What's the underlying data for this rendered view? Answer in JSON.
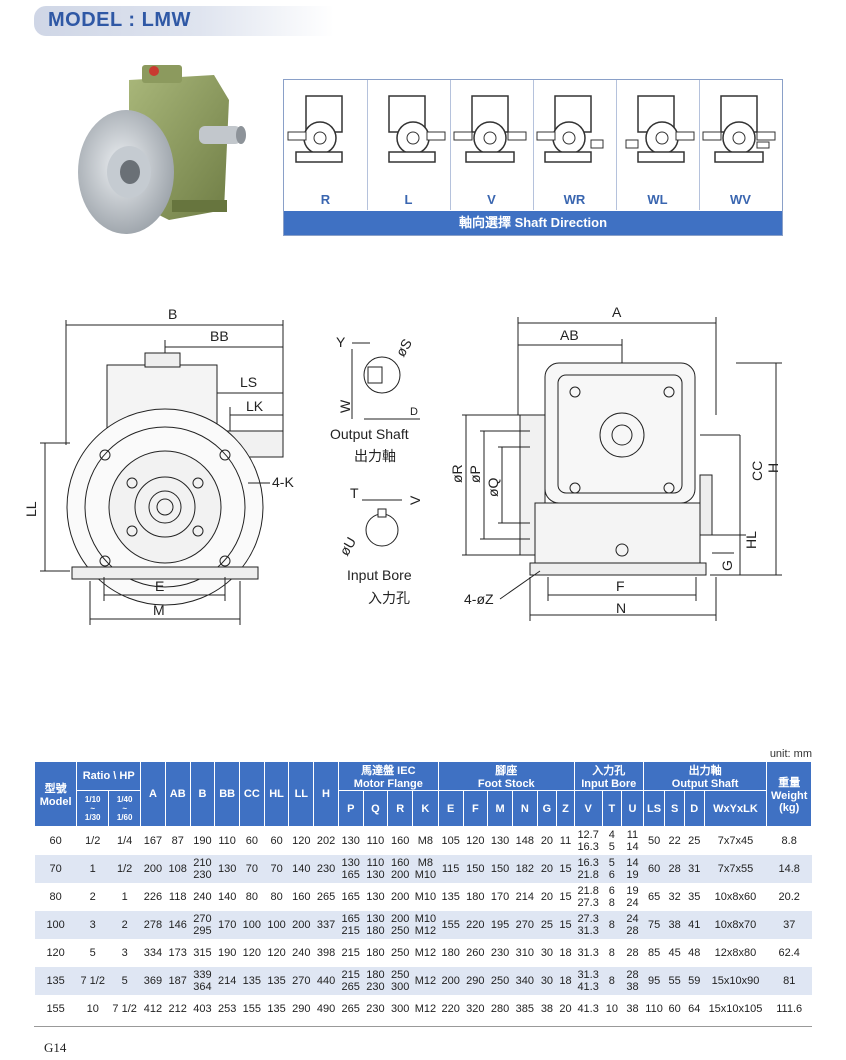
{
  "header": {
    "model_title": "MODEL : LMW"
  },
  "shaft_direction": {
    "caption": "軸向選擇 Shaft Direction",
    "options": [
      "R",
      "L",
      "V",
      "WR",
      "WL",
      "WV"
    ]
  },
  "drawings": {
    "front_labels": {
      "B": "B",
      "BB": "BB",
      "LS": "LS",
      "LK": "LK",
      "K": "4-K",
      "LL": "LL",
      "E": "E",
      "M": "M"
    },
    "output_shaft": {
      "Y": "Y",
      "S": "øS",
      "W": "W",
      "D": "D",
      "title_en": "Output Shaft",
      "title_zh": "出力軸"
    },
    "input_bore": {
      "T": "T",
      "V": "V",
      "U": "øU",
      "title_en": "Input Bore",
      "title_zh": "入力孔"
    },
    "side_labels": {
      "A": "A",
      "AB": "AB",
      "R": "øR",
      "P": "øP",
      "Q": "øQ",
      "CC": "CC",
      "H": "H",
      "HL": "HL",
      "G": "G",
      "F": "F",
      "N": "N",
      "Z": "4-øZ"
    }
  },
  "table": {
    "unit": "unit: mm",
    "headers": {
      "model_zh": "型號",
      "model_en": "Model",
      "ratio_hp": "Ratio \\ HP",
      "ratio_a": "1/10",
      "ratio_a_dash": "~",
      "ratio_a_end": "1/30",
      "ratio_b": "1/40",
      "ratio_b_dash": "~",
      "ratio_b_end": "1/60",
      "A": "A",
      "AB": "AB",
      "B": "B",
      "BB": "BB",
      "CC": "CC",
      "HL": "HL",
      "LL": "LL",
      "H": "H",
      "motor_zh": "馬達盤 IEC",
      "motor_en": "Motor Flange",
      "P": "P",
      "Q": "Q",
      "R": "R",
      "K": "K",
      "foot_zh": "腳座",
      "foot_en": "Foot Stock",
      "E": "E",
      "F": "F",
      "M": "M",
      "N": "N",
      "G": "G",
      "Z": "Z",
      "bore_zh": "入力孔",
      "bore_en": "Input Bore",
      "V": "V",
      "T": "T",
      "U": "U",
      "shaft_zh": "出力軸",
      "shaft_en": "Output Shaft",
      "LS": "LS",
      "S": "S",
      "D": "D",
      "WxYxLK": "WxYxLK",
      "weight_zh": "重量",
      "weight_en": "Weight",
      "weight_unit": "(kg)"
    },
    "rows": [
      {
        "model": "60",
        "hp1": "1/2",
        "hp2": "1/4",
        "A": "167",
        "AB": "87",
        "B": "190",
        "BB": "110",
        "CC": "60",
        "HL": "60",
        "LL": "120",
        "H": "202",
        "P": "130",
        "Q": "110",
        "R": "160",
        "K": "M8",
        "E": "105",
        "F": "120",
        "M": "130",
        "N": "148",
        "G": "20",
        "Z": "11",
        "V": "12.7\n16.3",
        "T": "4\n5",
        "U": "11\n14",
        "LS": "50",
        "S": "22",
        "D": "25",
        "WYLK": "7x7x45",
        "W": "8.8"
      },
      {
        "model": "70",
        "hp1": "1",
        "hp2": "1/2",
        "A": "200",
        "AB": "108",
        "B": "210\n230",
        "BB": "130",
        "CC": "70",
        "HL": "70",
        "LL": "140",
        "H": "230",
        "P": "130\n165",
        "Q": "110\n130",
        "R": "160\n200",
        "K": "M8\nM10",
        "E": "115",
        "F": "150",
        "M": "150",
        "N": "182",
        "G": "20",
        "Z": "15",
        "V": "16.3\n21.8",
        "T": "5\n6",
        "U": "14\n19",
        "LS": "60",
        "S": "28",
        "D": "31",
        "WYLK": "7x7x55",
        "W": "14.8"
      },
      {
        "model": "80",
        "hp1": "2",
        "hp2": "1",
        "A": "226",
        "AB": "118",
        "B": "240",
        "BB": "140",
        "CC": "80",
        "HL": "80",
        "LL": "160",
        "H": "265",
        "P": "165",
        "Q": "130",
        "R": "200",
        "K": "M10",
        "E": "135",
        "F": "180",
        "M": "170",
        "N": "214",
        "G": "20",
        "Z": "15",
        "V": "21.8\n27.3",
        "T": "6\n8",
        "U": "19\n24",
        "LS": "65",
        "S": "32",
        "D": "35",
        "WYLK": "10x8x60",
        "W": "20.2"
      },
      {
        "model": "100",
        "hp1": "3",
        "hp2": "2",
        "A": "278",
        "AB": "146",
        "B": "270\n295",
        "BB": "170",
        "CC": "100",
        "HL": "100",
        "LL": "200",
        "H": "337",
        "P": "165\n215",
        "Q": "130\n180",
        "R": "200\n250",
        "K": "M10\nM12",
        "E": "155",
        "F": "220",
        "M": "195",
        "N": "270",
        "G": "25",
        "Z": "15",
        "V": "27.3\n31.3",
        "T": "8",
        "U": "24\n28",
        "LS": "75",
        "S": "38",
        "D": "41",
        "WYLK": "10x8x70",
        "W": "37"
      },
      {
        "model": "120",
        "hp1": "5",
        "hp2": "3",
        "A": "334",
        "AB": "173",
        "B": "315",
        "BB": "190",
        "CC": "120",
        "HL": "120",
        "LL": "240",
        "H": "398",
        "P": "215",
        "Q": "180",
        "R": "250",
        "K": "M12",
        "E": "180",
        "F": "260",
        "M": "230",
        "N": "310",
        "G": "30",
        "Z": "18",
        "V": "31.3",
        "T": "8",
        "U": "28",
        "LS": "85",
        "S": "45",
        "D": "48",
        "WYLK": "12x8x80",
        "W": "62.4"
      },
      {
        "model": "135",
        "hp1": "7 1/2",
        "hp2": "5",
        "A": "369",
        "AB": "187",
        "B": "339\n364",
        "BB": "214",
        "CC": "135",
        "HL": "135",
        "LL": "270",
        "H": "440",
        "P": "215\n265",
        "Q": "180\n230",
        "R": "250\n300",
        "K": "M12",
        "E": "200",
        "F": "290",
        "M": "250",
        "N": "340",
        "G": "30",
        "Z": "18",
        "V": "31.3\n41.3",
        "T": "8",
        "U": "28\n38",
        "LS": "95",
        "S": "55",
        "D": "59",
        "WYLK": "15x10x90",
        "W": "81"
      },
      {
        "model": "155",
        "hp1": "10",
        "hp2": "7 1/2",
        "A": "412",
        "AB": "212",
        "B": "403",
        "BB": "253",
        "CC": "155",
        "HL": "135",
        "LL": "290",
        "H": "490",
        "P": "265",
        "Q": "230",
        "R": "300",
        "K": "M12",
        "E": "220",
        "F": "320",
        "M": "280",
        "N": "385",
        "G": "38",
        "Z": "20",
        "V": "41.3",
        "T": "10",
        "U": "38",
        "LS": "110",
        "S": "60",
        "D": "64",
        "WYLK": "15x10x105",
        "W": "111.6"
      }
    ]
  },
  "footer": {
    "page_number": "G14"
  }
}
